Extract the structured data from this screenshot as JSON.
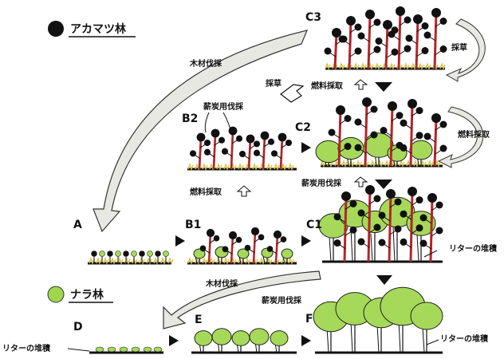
{
  "legend": {
    "akamatsu": {
      "label": "アカマツ林",
      "color": "#111111"
    },
    "nara": {
      "label": "ナラ林",
      "color": "#9fd64f"
    }
  },
  "stages": {
    "A": "A",
    "B1": "B1",
    "B2": "B2",
    "C1": "C1",
    "C2": "C2",
    "C3": "C3",
    "D": "D",
    "E": "E",
    "F": "F"
  },
  "notes": {
    "timber_top": "木材伐採",
    "grass_mid": "採草",
    "grass_right": "採草",
    "fuel_c3": "燃料採取",
    "fuel_c2": "燃料採取",
    "fuel_b2": "燃料採取",
    "charcoal_b2": "薪炭用伐採",
    "charcoal_c2": "薪炭用伐採",
    "timber_bottom": "木材伐採",
    "charcoal_bottom": "薪炭用伐採",
    "litter_c1": "リターの堆積",
    "litter_d": "リターの堆積",
    "litter_f": "リターの堆積"
  },
  "colors": {
    "trunk": "#b3262a",
    "crown_pine": "#111111",
    "crown_oak": "#a6d95a",
    "grass": "#d9c33a",
    "arrow": "#e8e8e2"
  }
}
